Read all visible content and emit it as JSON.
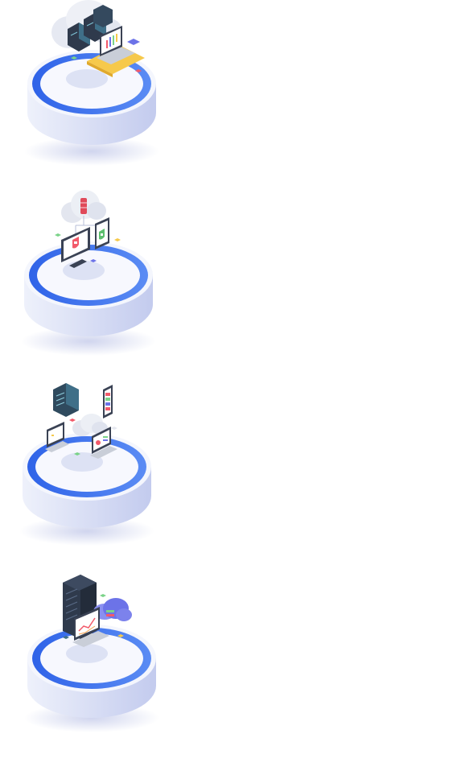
{
  "illustrations": [
    {
      "id": "cloud-datacenter",
      "icons": [
        "cloud-icon",
        "server-rack-icon",
        "laptop-icon",
        "analytics-chart-icon"
      ]
    },
    {
      "id": "cloud-security",
      "icons": [
        "cloud-icon",
        "database-icon",
        "monitor-icon",
        "tablet-icon",
        "shield-lock-icon"
      ]
    },
    {
      "id": "multi-device-sync",
      "icons": [
        "server-rack-icon",
        "cloud-icon",
        "laptop-icon",
        "smartphone-icon",
        "dashboard-icon"
      ]
    },
    {
      "id": "server-analytics",
      "icons": [
        "server-tower-icon",
        "cloud-icon",
        "laptop-icon",
        "line-chart-icon"
      ]
    }
  ],
  "colors": {
    "ring_blue": "#2f63e8",
    "ring_blue_light": "#5b8cf4",
    "base_white": "#f4f6fd",
    "base_shade": "#c9d0ef",
    "base_shadow": "#b7bfe6",
    "server_teal": "#3f6f88",
    "server_dark": "#2f3a4c",
    "laptop_yellow": "#f6c94b",
    "accent_red": "#f25a6a",
    "accent_green": "#7bd389",
    "accent_purple": "#6c73e8",
    "cloud_gray": "#dfe3ee"
  }
}
